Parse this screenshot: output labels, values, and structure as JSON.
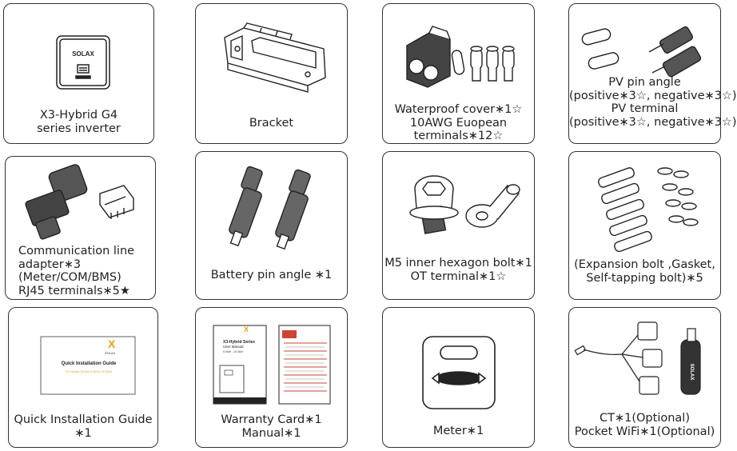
{
  "items": [
    {
      "lines": [
        "X3-Hybrid G4",
        "series inverter"
      ]
    },
    {
      "lines": [
        "Bracket"
      ]
    },
    {
      "lines": [
        "Waterproof cover∗1☆",
        "10AWG Euopean",
        "terminals∗12☆"
      ]
    },
    {
      "lines": [
        "PV pin angle",
        "(positive∗3☆, negative∗3☆)",
        "PV terminal",
        "(positive∗3☆, negative∗3☆)"
      ]
    },
    {
      "lines": [
        "Communication line",
        "adapter∗3",
        "(Meter/COM/BMS)",
        "RJ45 terminals∗5★"
      ]
    },
    {
      "lines": [
        "Battery pin angle ∗1"
      ]
    },
    {
      "lines": [
        "M5 inner hexagon bolt∗1",
        "OT terminal∗1☆"
      ]
    },
    {
      "lines": [
        "(Expansion bolt ,Gasket,",
        "Self-tapping bolt)∗5"
      ]
    },
    {
      "lines": [
        "Quick Installation Guide",
        "∗1"
      ]
    },
    {
      "lines": [
        "Warranty Card∗1",
        "Manual∗1"
      ]
    },
    {
      "lines": [
        "Meter∗1"
      ]
    },
    {
      "lines": [
        "CT∗1(Optional)",
        "Pocket WiFi∗1(Optional)"
      ]
    }
  ],
  "brand": "SOLAX",
  "guide_cover": {
    "title": "Quick Installation Guide",
    "subtitle": "X3-Hybrid Series 5.0KW-15.0KW"
  },
  "manual_cover": {
    "title": "X3-Hybrid Series",
    "subtitle": "User Manual",
    "range": "5.0kW - 15.0kW"
  }
}
